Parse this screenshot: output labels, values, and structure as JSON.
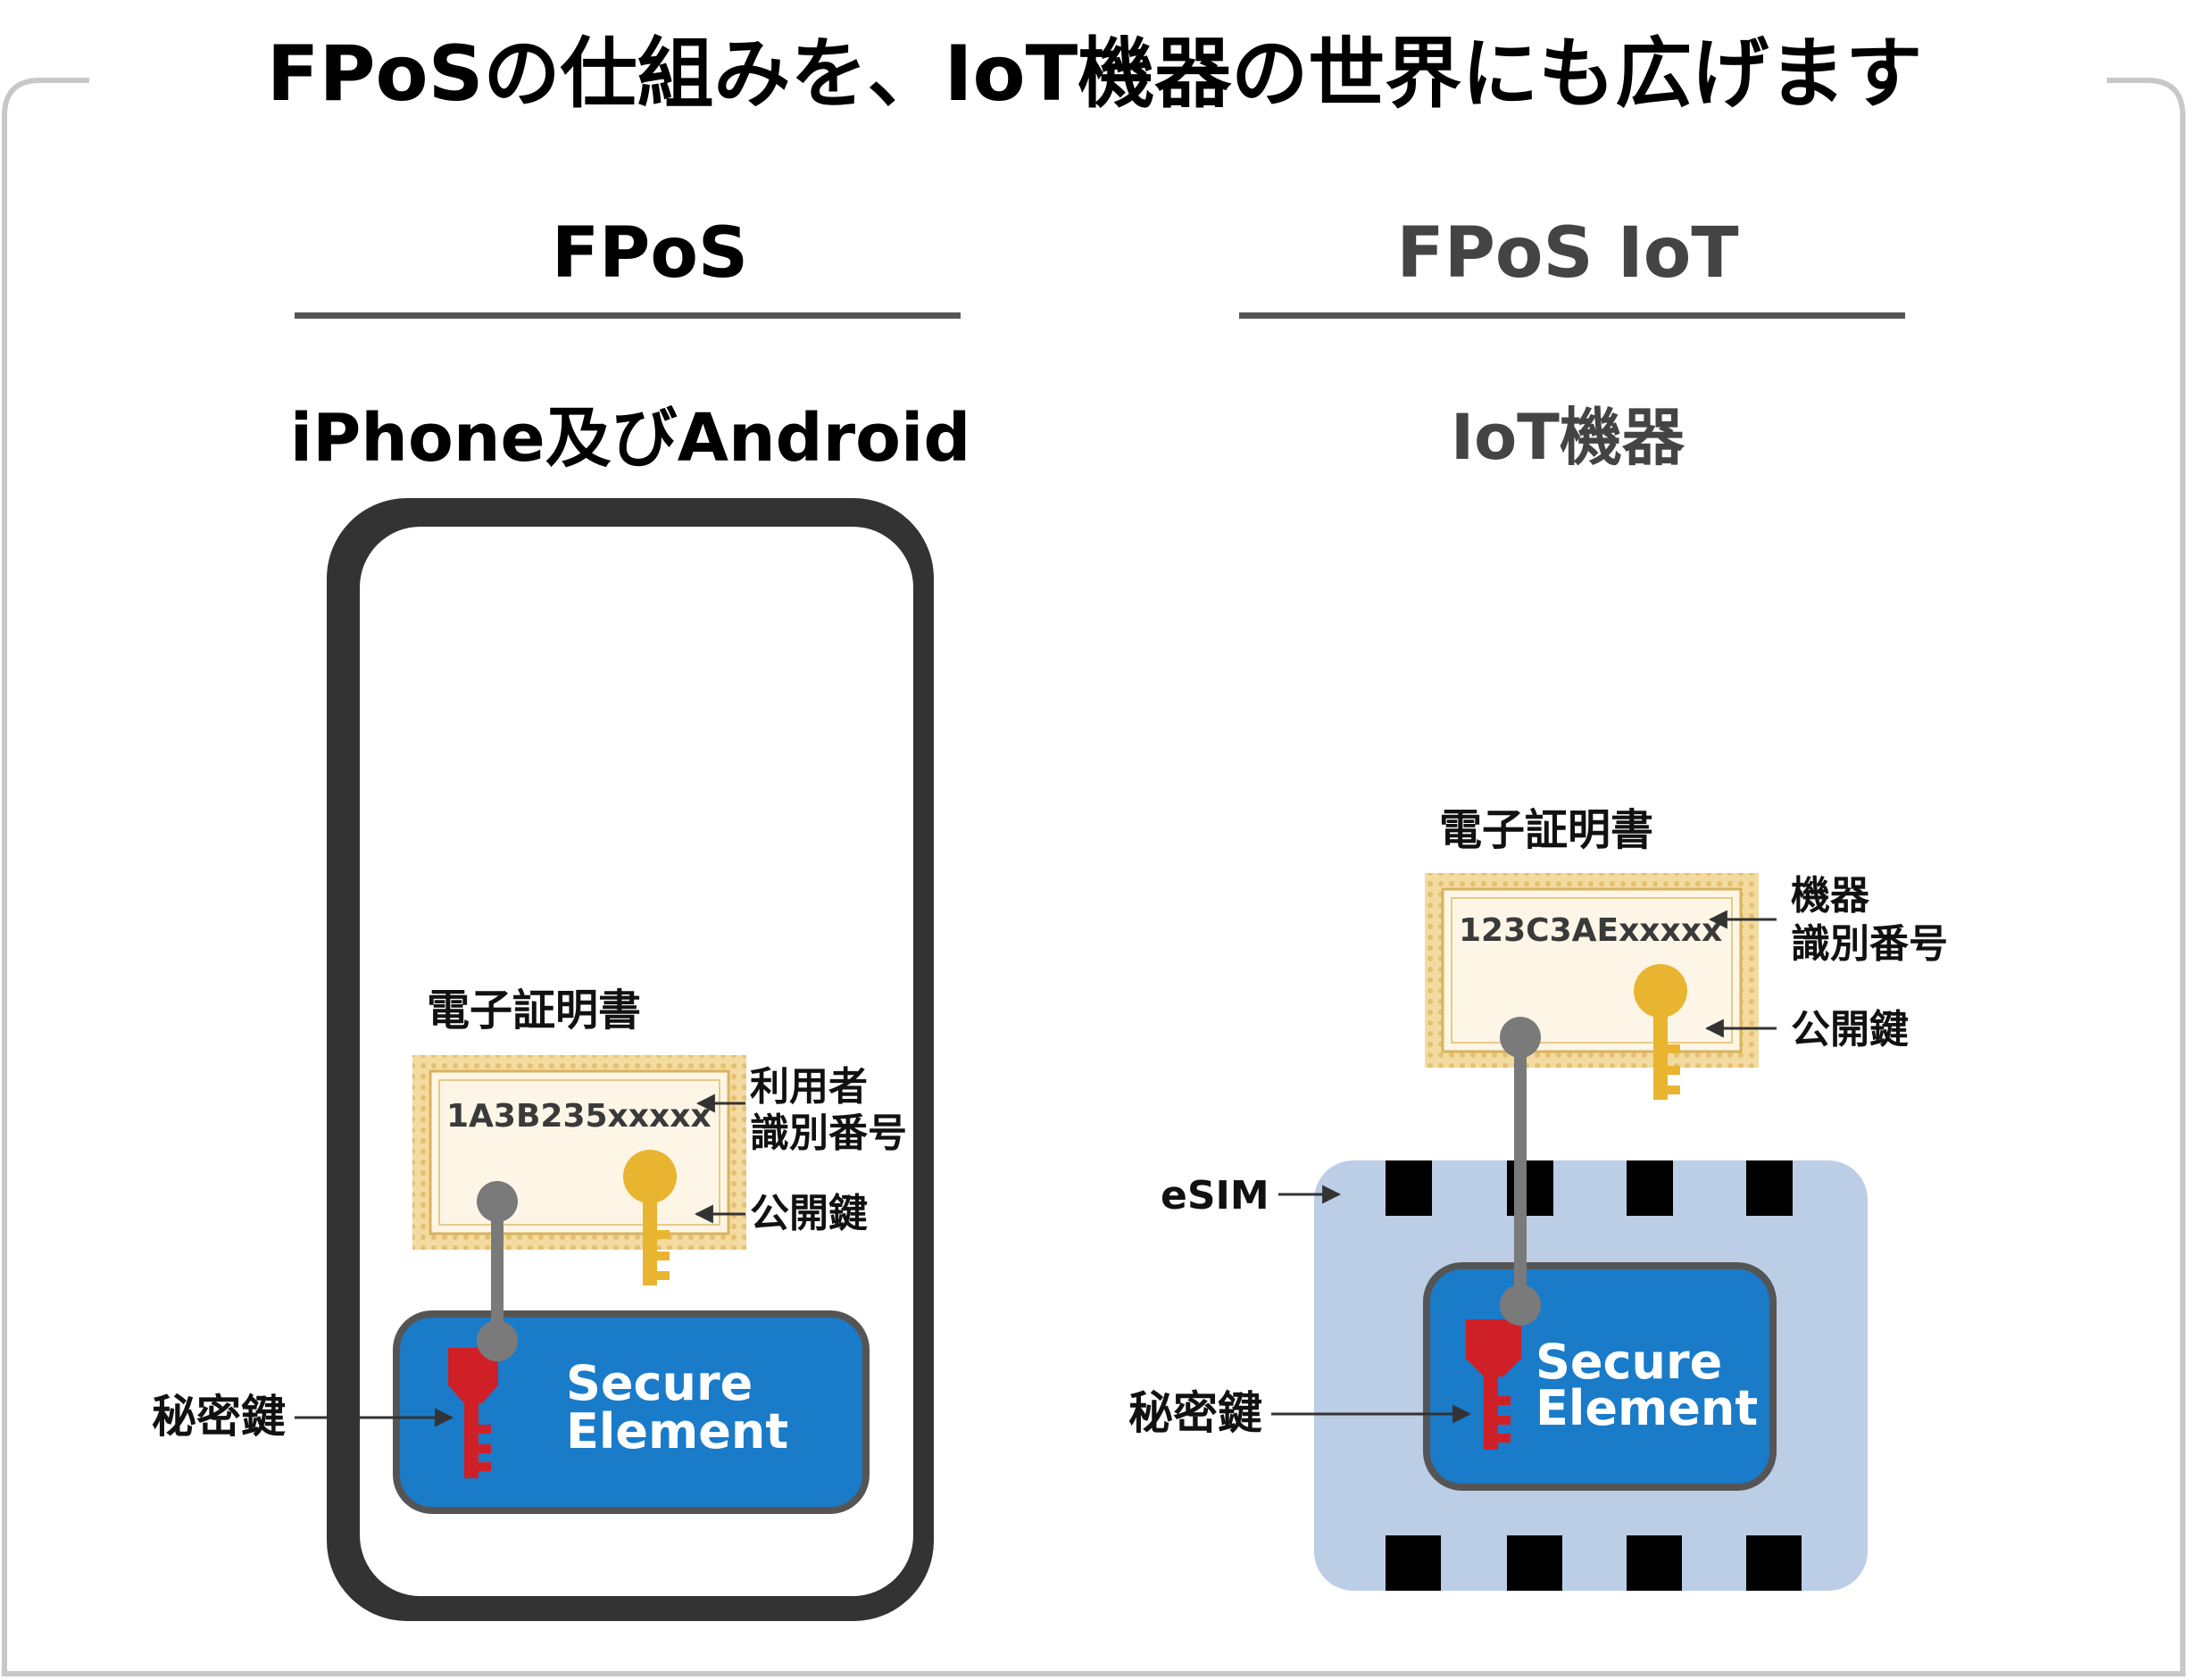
{
  "title": "FPoSの仕組みを、IoT機器の世界にも広げます",
  "colors": {
    "frame": "#c8c8c8",
    "phone_body": "#333333",
    "secure_element": "#1a7bc9",
    "esim_chip": "#bccde6",
    "certificate": "#fdf6e6",
    "private_key": "#cf2027",
    "public_key": "#e9b530",
    "connector": "#7a7a7a",
    "text_dark": "#000000",
    "text_gray": "#444444"
  },
  "left": {
    "heading": "FPoS",
    "subtitle": "iPhone及びAndroid",
    "certificate_label": "電子証明書",
    "serial": "1A3B235xxxxx",
    "id_label_line1": "利用者",
    "id_label_line2": "識別番号",
    "public_key_label": "公開鍵",
    "private_key_label": "秘密鍵",
    "secure_element_line1": "Secure",
    "secure_element_line2": "Element",
    "device_icon": "smartphone-icon"
  },
  "right": {
    "heading": "FPoS IoT",
    "subtitle": "IoT機器",
    "certificate_label": "電子証明書",
    "serial": "123C3AExxxxx",
    "id_label_line1": "機器",
    "id_label_line2": "識別番号",
    "public_key_label": "公開鍵",
    "private_key_label": "秘密鍵",
    "secure_element_line1": "Secure",
    "secure_element_line2": "Element",
    "esim_label": "eSIM",
    "device_icon": "esim-chip-icon"
  }
}
